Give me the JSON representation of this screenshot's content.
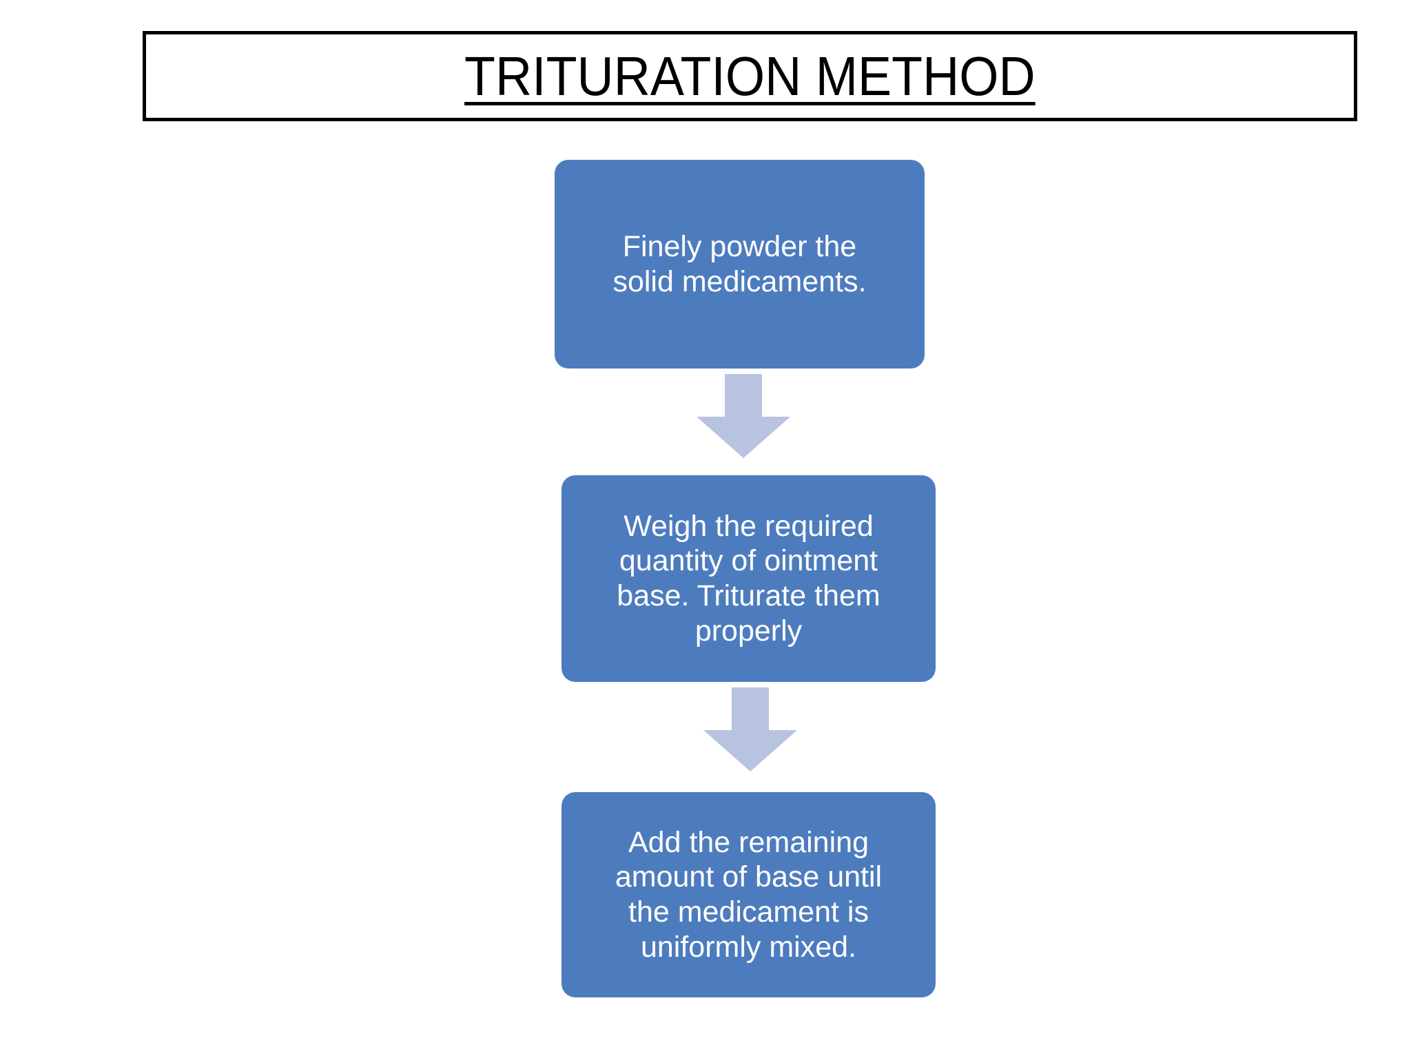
{
  "slide": {
    "background_color": "#ffffff",
    "title": {
      "text": "TRITURATION METHOD",
      "color": "#000000",
      "border_color": "#000000",
      "underlined": true
    }
  },
  "colors": {
    "box_fill": "#4d7cbe",
    "box_text": "#ffffff",
    "arrow_fill": "#b8c3e0",
    "title_border": "#000000",
    "title_text": "#000000"
  },
  "flowchart": {
    "type": "vertical-process-flow",
    "direction": "top-to-bottom",
    "steps": [
      {
        "index": 1,
        "text": "Finely powder the\nsolid medicaments.",
        "fill": "#4d7cbe",
        "text_color": "#ffffff"
      },
      {
        "index": 2,
        "text": "Weigh the required\nquantity of ointment\nbase. Triturate them\nproperly",
        "fill": "#4d7cbe",
        "text_color": "#ffffff"
      },
      {
        "index": 3,
        "text": "Add the remaining\namount of base until\nthe medicament is\nuniformly mixed.",
        "fill": "#4d7cbe",
        "text_color": "#ffffff"
      }
    ],
    "connectors": [
      {
        "index": 1,
        "icon": "arrow-down-icon",
        "from_step": 1,
        "to_step": 2,
        "fill": "#b8c3e0"
      },
      {
        "index": 2,
        "icon": "arrow-down-icon",
        "from_step": 2,
        "to_step": 3,
        "fill": "#b8c3e0"
      }
    ]
  }
}
